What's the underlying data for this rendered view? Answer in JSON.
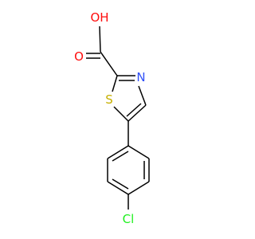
{
  "molecule": {
    "atoms": {
      "oh": {
        "text": "OH",
        "element": "O",
        "color": "#ff0d0d"
      },
      "o": {
        "text": "O",
        "element": "O",
        "color": "#ff0d0d"
      },
      "n": {
        "text": "N",
        "element": "N",
        "color": "#3050f8"
      },
      "s": {
        "text": "S",
        "element": "S",
        "color": "#c6b000"
      },
      "cl": {
        "text": "Cl",
        "element": "Cl",
        "color": "#1ff01f"
      }
    }
  }
}
